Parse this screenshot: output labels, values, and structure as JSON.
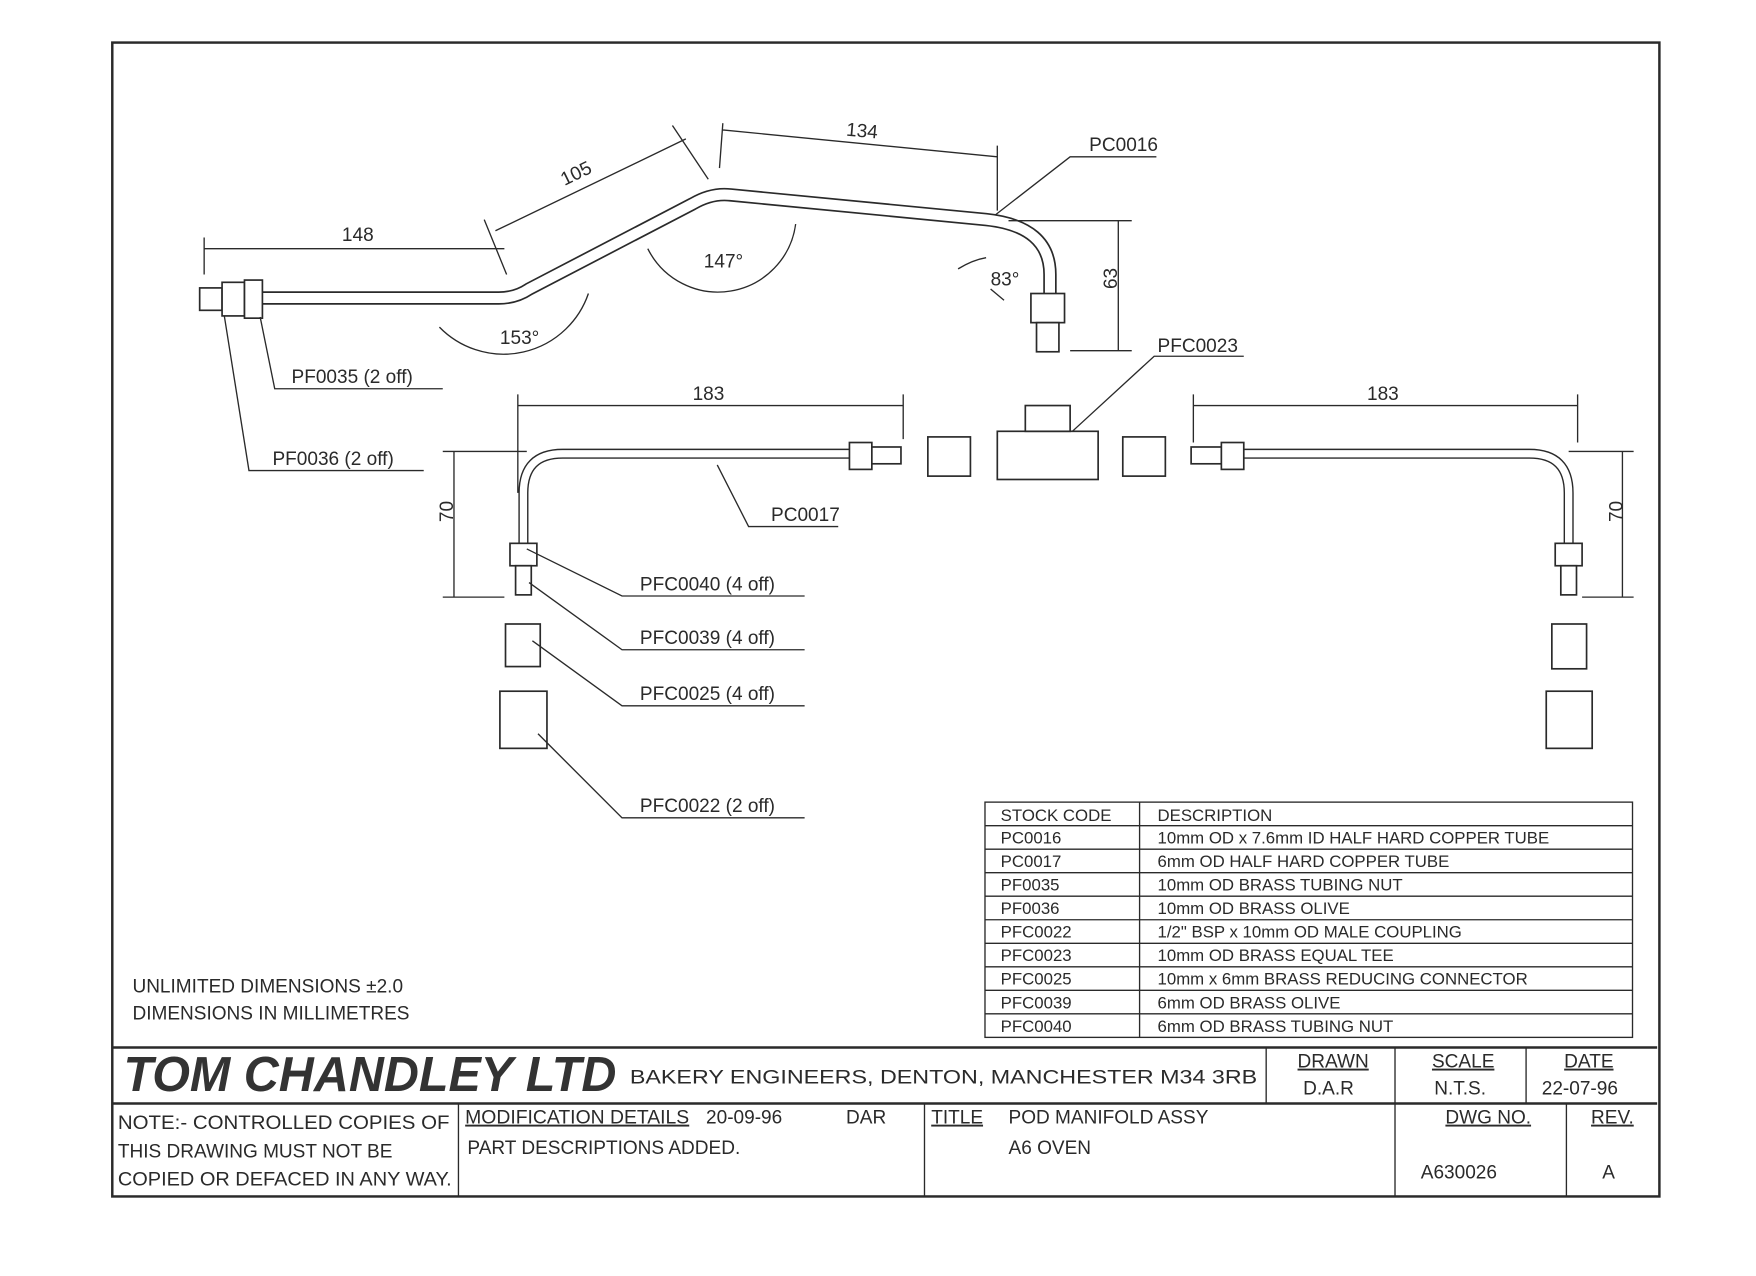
{
  "dimensions": {
    "d148": "148",
    "d105": "105",
    "d134": "134",
    "d63": "63",
    "d183_left": "183",
    "d183_right": "183",
    "d70_left": "70",
    "d70_right": "70",
    "a153": "153°",
    "a147": "147°",
    "a83": "83°"
  },
  "callouts": {
    "pc0016": "PC0016",
    "pfc0023": "PFC0023",
    "pf0035": "PF0035 (2 off)",
    "pf0036": "PF0036 (2 off)",
    "pc0017": "PC0017",
    "pfc0040": "PFC0040 (4 off)",
    "pfc0039": "PFC0039 (4 off)",
    "pfc0025": "PFC0025 (4 off)",
    "pfc0022": "PFC0022 (2 off)"
  },
  "parts_table": {
    "headers": [
      "STOCK CODE",
      "DESCRIPTION"
    ],
    "rows": [
      [
        "PC0016",
        "10mm OD x 7.6mm ID HALF HARD COPPER TUBE"
      ],
      [
        "PC0017",
        "6mm OD HALF HARD COPPER TUBE"
      ],
      [
        "PF0035",
        "10mm OD BRASS TUBING NUT"
      ],
      [
        "PF0036",
        "10mm OD BRASS OLIVE"
      ],
      [
        "PFC0022",
        "1/2\" BSP x 10mm OD MALE COUPLING"
      ],
      [
        "PFC0023",
        "10mm OD BRASS EQUAL TEE"
      ],
      [
        "PFC0025",
        "10mm x 6mm BRASS REDUCING CONNECTOR"
      ],
      [
        "PFC0039",
        "6mm OD BRASS OLIVE"
      ],
      [
        "PFC0040",
        "6mm OD BRASS TUBING NUT"
      ]
    ]
  },
  "notes": {
    "tolerance": "UNLIMITED DIMENSIONS ±2.0",
    "units": "DIMENSIONS IN MILLIMETRES"
  },
  "title_block": {
    "company": "TOM CHANDLEY LTD",
    "address": "BAKERY ENGINEERS, DENTON, MANCHESTER M34 3RB",
    "drawn_label": "DRAWN",
    "drawn": "D.A.R",
    "scale_label": "SCALE",
    "scale": "N.T.S.",
    "date_label": "DATE",
    "date": "22-07-96",
    "note": [
      "NOTE:- CONTROLLED COPIES OF",
      "THIS DRAWING MUST NOT BE",
      "COPIED OR DEFACED IN ANY WAY."
    ],
    "mod_label": "MODIFICATION DETAILS",
    "mod_date": "20-09-96",
    "mod_by": "DAR",
    "mod_text": "PART DESCRIPTIONS ADDED.",
    "title_label": "TITLE",
    "title_1": "POD MANIFOLD ASSY",
    "title_2": "A6 OVEN",
    "dwg_label": "DWG NO.",
    "dwg_no": "A630026",
    "rev_label": "REV.",
    "rev": "A"
  }
}
